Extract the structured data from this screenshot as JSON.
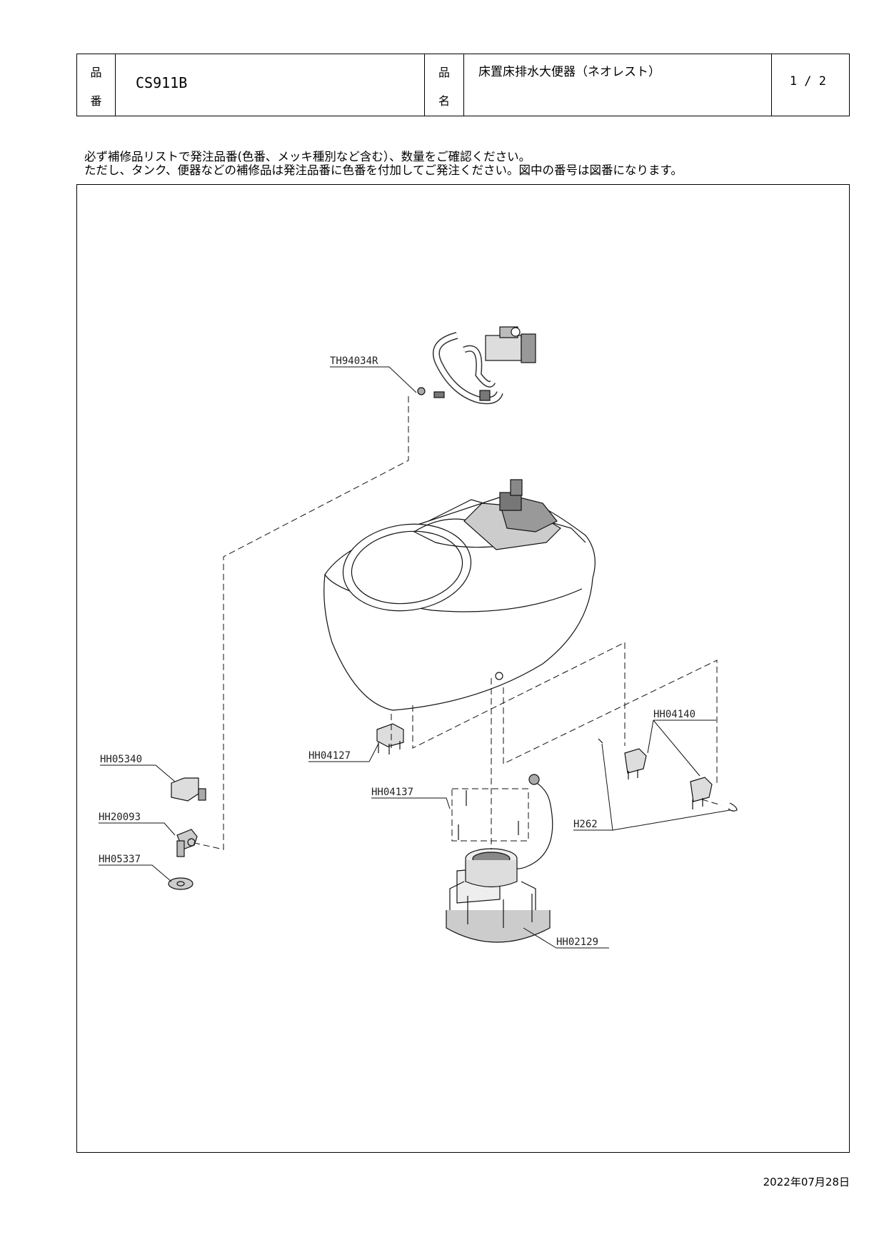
{
  "header": {
    "hinban_label_1": "品",
    "hinban_label_2": "番",
    "product_code": "CS911B",
    "hinmei_label_1": "品",
    "hinmei_label_2": "名",
    "product_name": "床置床排水大便器（ネオレスト）",
    "page": "1 / 2"
  },
  "notes": [
    "必ず補修品リストで発注品番(色番、メッキ種別など含む）、数量をご確認ください。",
    "ただし、タンク、便器などの補修品は発注品番に色番を付加してご発注ください。図中の番号は図番になります。"
  ],
  "parts": {
    "th94034r": "TH94034R",
    "hh05340": "HH05340",
    "hh20093": "HH20093",
    "hh05337": "HH05337",
    "hh04127": "HH04127",
    "hh04137": "HH04137",
    "hh04140": "HH04140",
    "h262": "H262",
    "hh02129": "HH02129"
  },
  "footer": {
    "date": "2022年07月28日"
  }
}
